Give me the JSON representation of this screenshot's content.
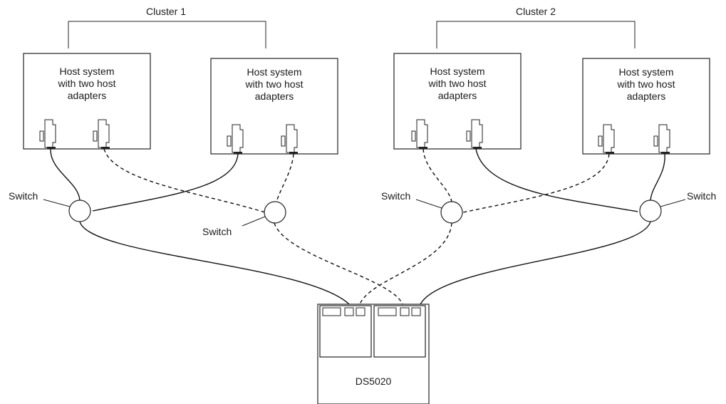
{
  "clusters": [
    {
      "label": "Cluster 1"
    },
    {
      "label": "Cluster 2"
    }
  ],
  "hosts": [
    {
      "line1": "Host system",
      "line2": "with two host",
      "line3": "adapters"
    },
    {
      "line1": "Host system",
      "line2": "with two host",
      "line3": "adapters"
    },
    {
      "line1": "Host system",
      "line2": "with two host",
      "line3": "adapters"
    },
    {
      "line1": "Host system",
      "line2": "with two host",
      "line3": "adapters"
    }
  ],
  "switches": [
    {
      "label": "Switch"
    },
    {
      "label": "Switch"
    },
    {
      "label": "Switch"
    },
    {
      "label": "Switch"
    }
  ],
  "storage": {
    "label": "DS5020"
  }
}
